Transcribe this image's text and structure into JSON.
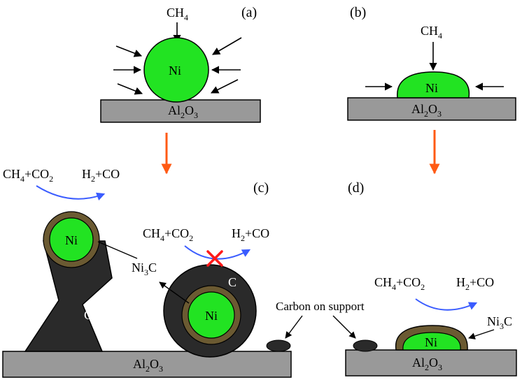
{
  "panels": {
    "a": {
      "tag": "(a)",
      "reactant": {
        "main": "CH",
        "sub": "4"
      },
      "metal": "Ni",
      "support": {
        "p1": "Al",
        "s1": "2",
        "p2": "O",
        "s2": "3"
      }
    },
    "b": {
      "tag": "(b)",
      "reactant": {
        "main": "CH",
        "sub": "4"
      },
      "metal": "Ni",
      "support": {
        "p1": "Al",
        "s1": "2",
        "p2": "O",
        "s2": "3"
      }
    },
    "c": {
      "tag": "(c)",
      "reaction_top": {
        "r1": "CH",
        "r1s": "4",
        "r2": "+CO",
        "r2s": "2",
        "p1": "H",
        "p1s": "2",
        "p2": "+CO"
      },
      "reaction_blocked": {
        "r1": "CH",
        "r1s": "4",
        "r2": "+CO",
        "r2s": "2",
        "p1": "H",
        "p1s": "2",
        "p2": "+CO"
      },
      "metal_whisker": "Ni",
      "metal_encapsulated": "Ni",
      "carbon_whisker": "C",
      "carbon_shell": "C",
      "carbide": {
        "main": "Ni",
        "sub": "3",
        "tail": "C"
      },
      "carbon_on_support": "Carbon on support",
      "support": {
        "p1": "Al",
        "s1": "2",
        "p2": "O",
        "s2": "3"
      }
    },
    "d": {
      "tag": "(d)",
      "reaction": {
        "r1": "CH",
        "r1s": "4",
        "r2": "+CO",
        "r2s": "2",
        "p1": "H",
        "p1s": "2",
        "p2": "+CO"
      },
      "metal": "Ni",
      "carbide": {
        "main": "Ni",
        "sub": "3",
        "tail": "C"
      },
      "support": {
        "p1": "Al",
        "s1": "2",
        "p2": "O",
        "s2": "3"
      }
    }
  },
  "colors": {
    "nickel": "#22e322",
    "support": "#999999",
    "carbide_shell": "#6b5a32",
    "carbon": "#2a2a2a",
    "process_arrow": "#ff5a14",
    "reaction_arrow": "#3a5cff",
    "blocked_cross": "#ff1a1a"
  }
}
